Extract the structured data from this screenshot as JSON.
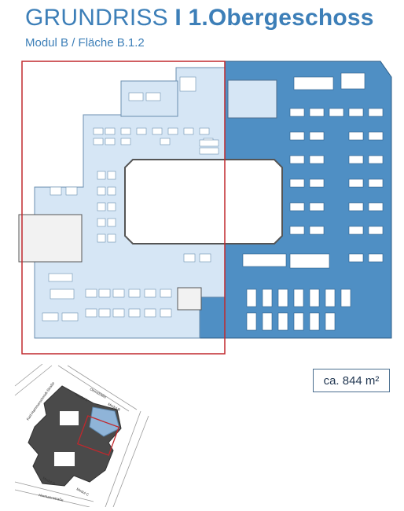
{
  "header": {
    "title_part1": "GRUNDRISS ",
    "title_separator": "I",
    "title_part2": " 1.Obergeschoss",
    "subtitle": "Modul B / Fläche B.1.2"
  },
  "area": {
    "label": "ca. 844 m²"
  },
  "site_plan": {
    "street_labels": [
      "Ohmstraße",
      "Karl-Hammerschmidt-Straße",
      "Hermannstraße"
    ],
    "module_labels": [
      "Modul A",
      "Modul B",
      "Modul C",
      "Modul D"
    ]
  },
  "colors": {
    "title": "#3d7fb8",
    "leased_light": "#d6e6f5",
    "leased_dark": "#4f8fc4",
    "highlight_frame": "#c0282d",
    "building_dark": "#4a4a4a"
  }
}
